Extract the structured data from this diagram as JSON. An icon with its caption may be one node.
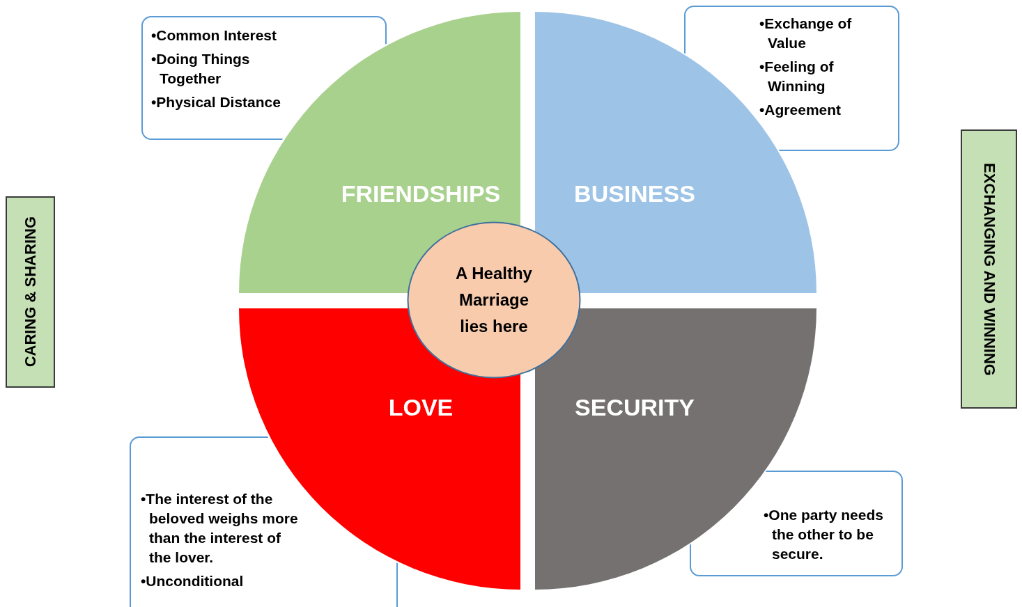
{
  "diagram": {
    "nodes": [
      {
        "text": [
          "FRIENDSHIPS"
        ]
      },
      {
        "text": [
          "BUSINESS"
        ]
      },
      {
        "text": [
          "LOVE"
        ]
      },
      {
        "text": [
          "SECURITY"
        ]
      },
      {
        "text": [
          "A Healthy Marriage lies here"
        ]
      },
      {
        "text": [
          "•Common Interest",
          "•Doing Things Together",
          "•Physical Distance"
        ]
      },
      {
        "text": [
          "•Exchange of Value",
          "•Feeling of Winning",
          "•Agreement"
        ]
      },
      {
        "text": [
          "•The interest of the beloved weighs more than the interest of the lover.",
          "•Unconditional"
        ]
      },
      {
        "text": [
          "•One party needs the other to be secure."
        ]
      },
      {
        "text": [
          "CARING & SHARING"
        ]
      },
      {
        "text": [
          "EXCHANGING AND WINNING"
        ]
      }
    ]
  }
}
